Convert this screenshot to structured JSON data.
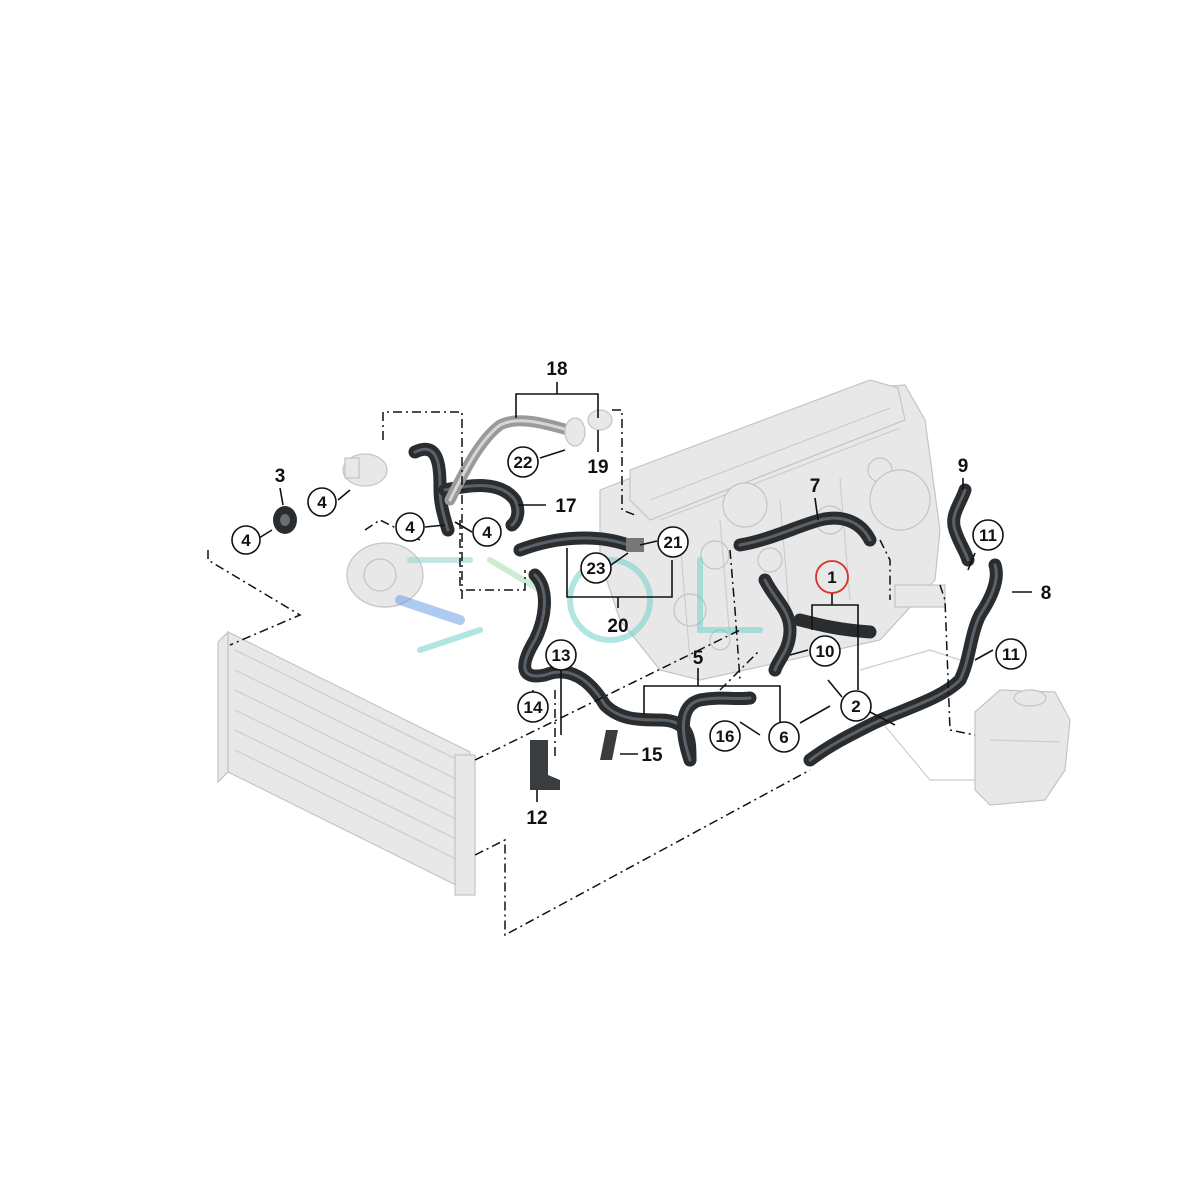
{
  "diagram": {
    "watermark": "SOL",
    "highlighted_part": "1",
    "part_labels": {
      "p1": "1",
      "p2": "2",
      "p3": "3",
      "p4a": "4",
      "p4b": "4",
      "p4c": "4",
      "p4d": "4",
      "p5": "5",
      "p6": "6",
      "p7": "7",
      "p8": "8",
      "p9": "9",
      "p10": "10",
      "p11a": "11",
      "p11b": "11",
      "p12": "12",
      "p13": "13",
      "p14": "14",
      "p15": "15",
      "p16": "16",
      "p17": "17",
      "p18": "18",
      "p19": "19",
      "p20": "20",
      "p21": "21",
      "p22": "22",
      "p23": "23"
    },
    "colors": {
      "hose": "#2a2d30",
      "highlight_ring": "#d8312a",
      "ghost_part": "#e8e8e8"
    }
  }
}
